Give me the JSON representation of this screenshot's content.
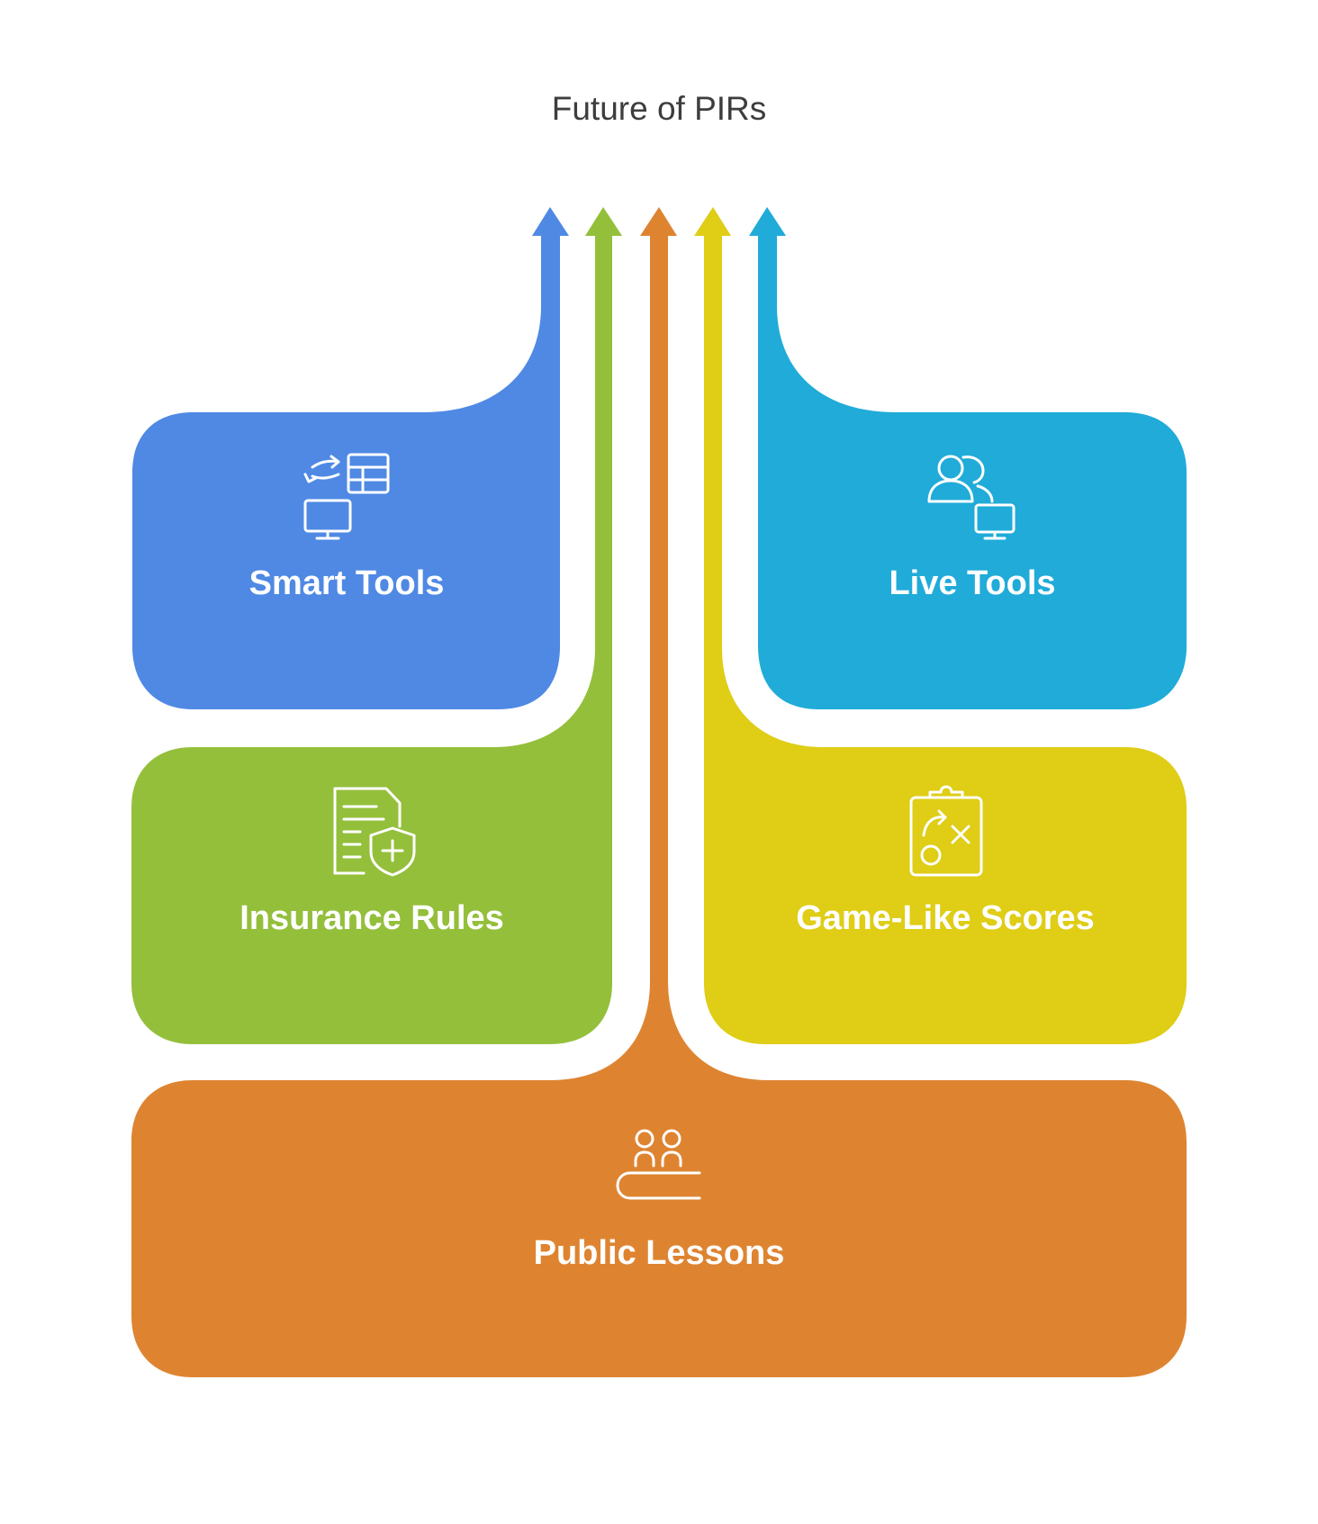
{
  "title": "Future of PIRs",
  "colors": {
    "smart_tools": "#4f89e4",
    "insurance_rules": "#94bf3b",
    "public_lessons": "#de8431",
    "game_like_scores": "#dfcd16",
    "live_tools": "#20abd9"
  },
  "sections": [
    {
      "id": "smart_tools",
      "label": "Smart Tools",
      "icon": "data-transfer-icon"
    },
    {
      "id": "insurance_rules",
      "label": "Insurance Rules",
      "icon": "insurance-document-icon"
    },
    {
      "id": "public_lessons",
      "label": "Public Lessons",
      "icon": "audience-icon"
    },
    {
      "id": "game_like_scores",
      "label": "Game-Like Scores",
      "icon": "strategy-clipboard-icon"
    },
    {
      "id": "live_tools",
      "label": "Live Tools",
      "icon": "remote-users-icon"
    }
  ]
}
